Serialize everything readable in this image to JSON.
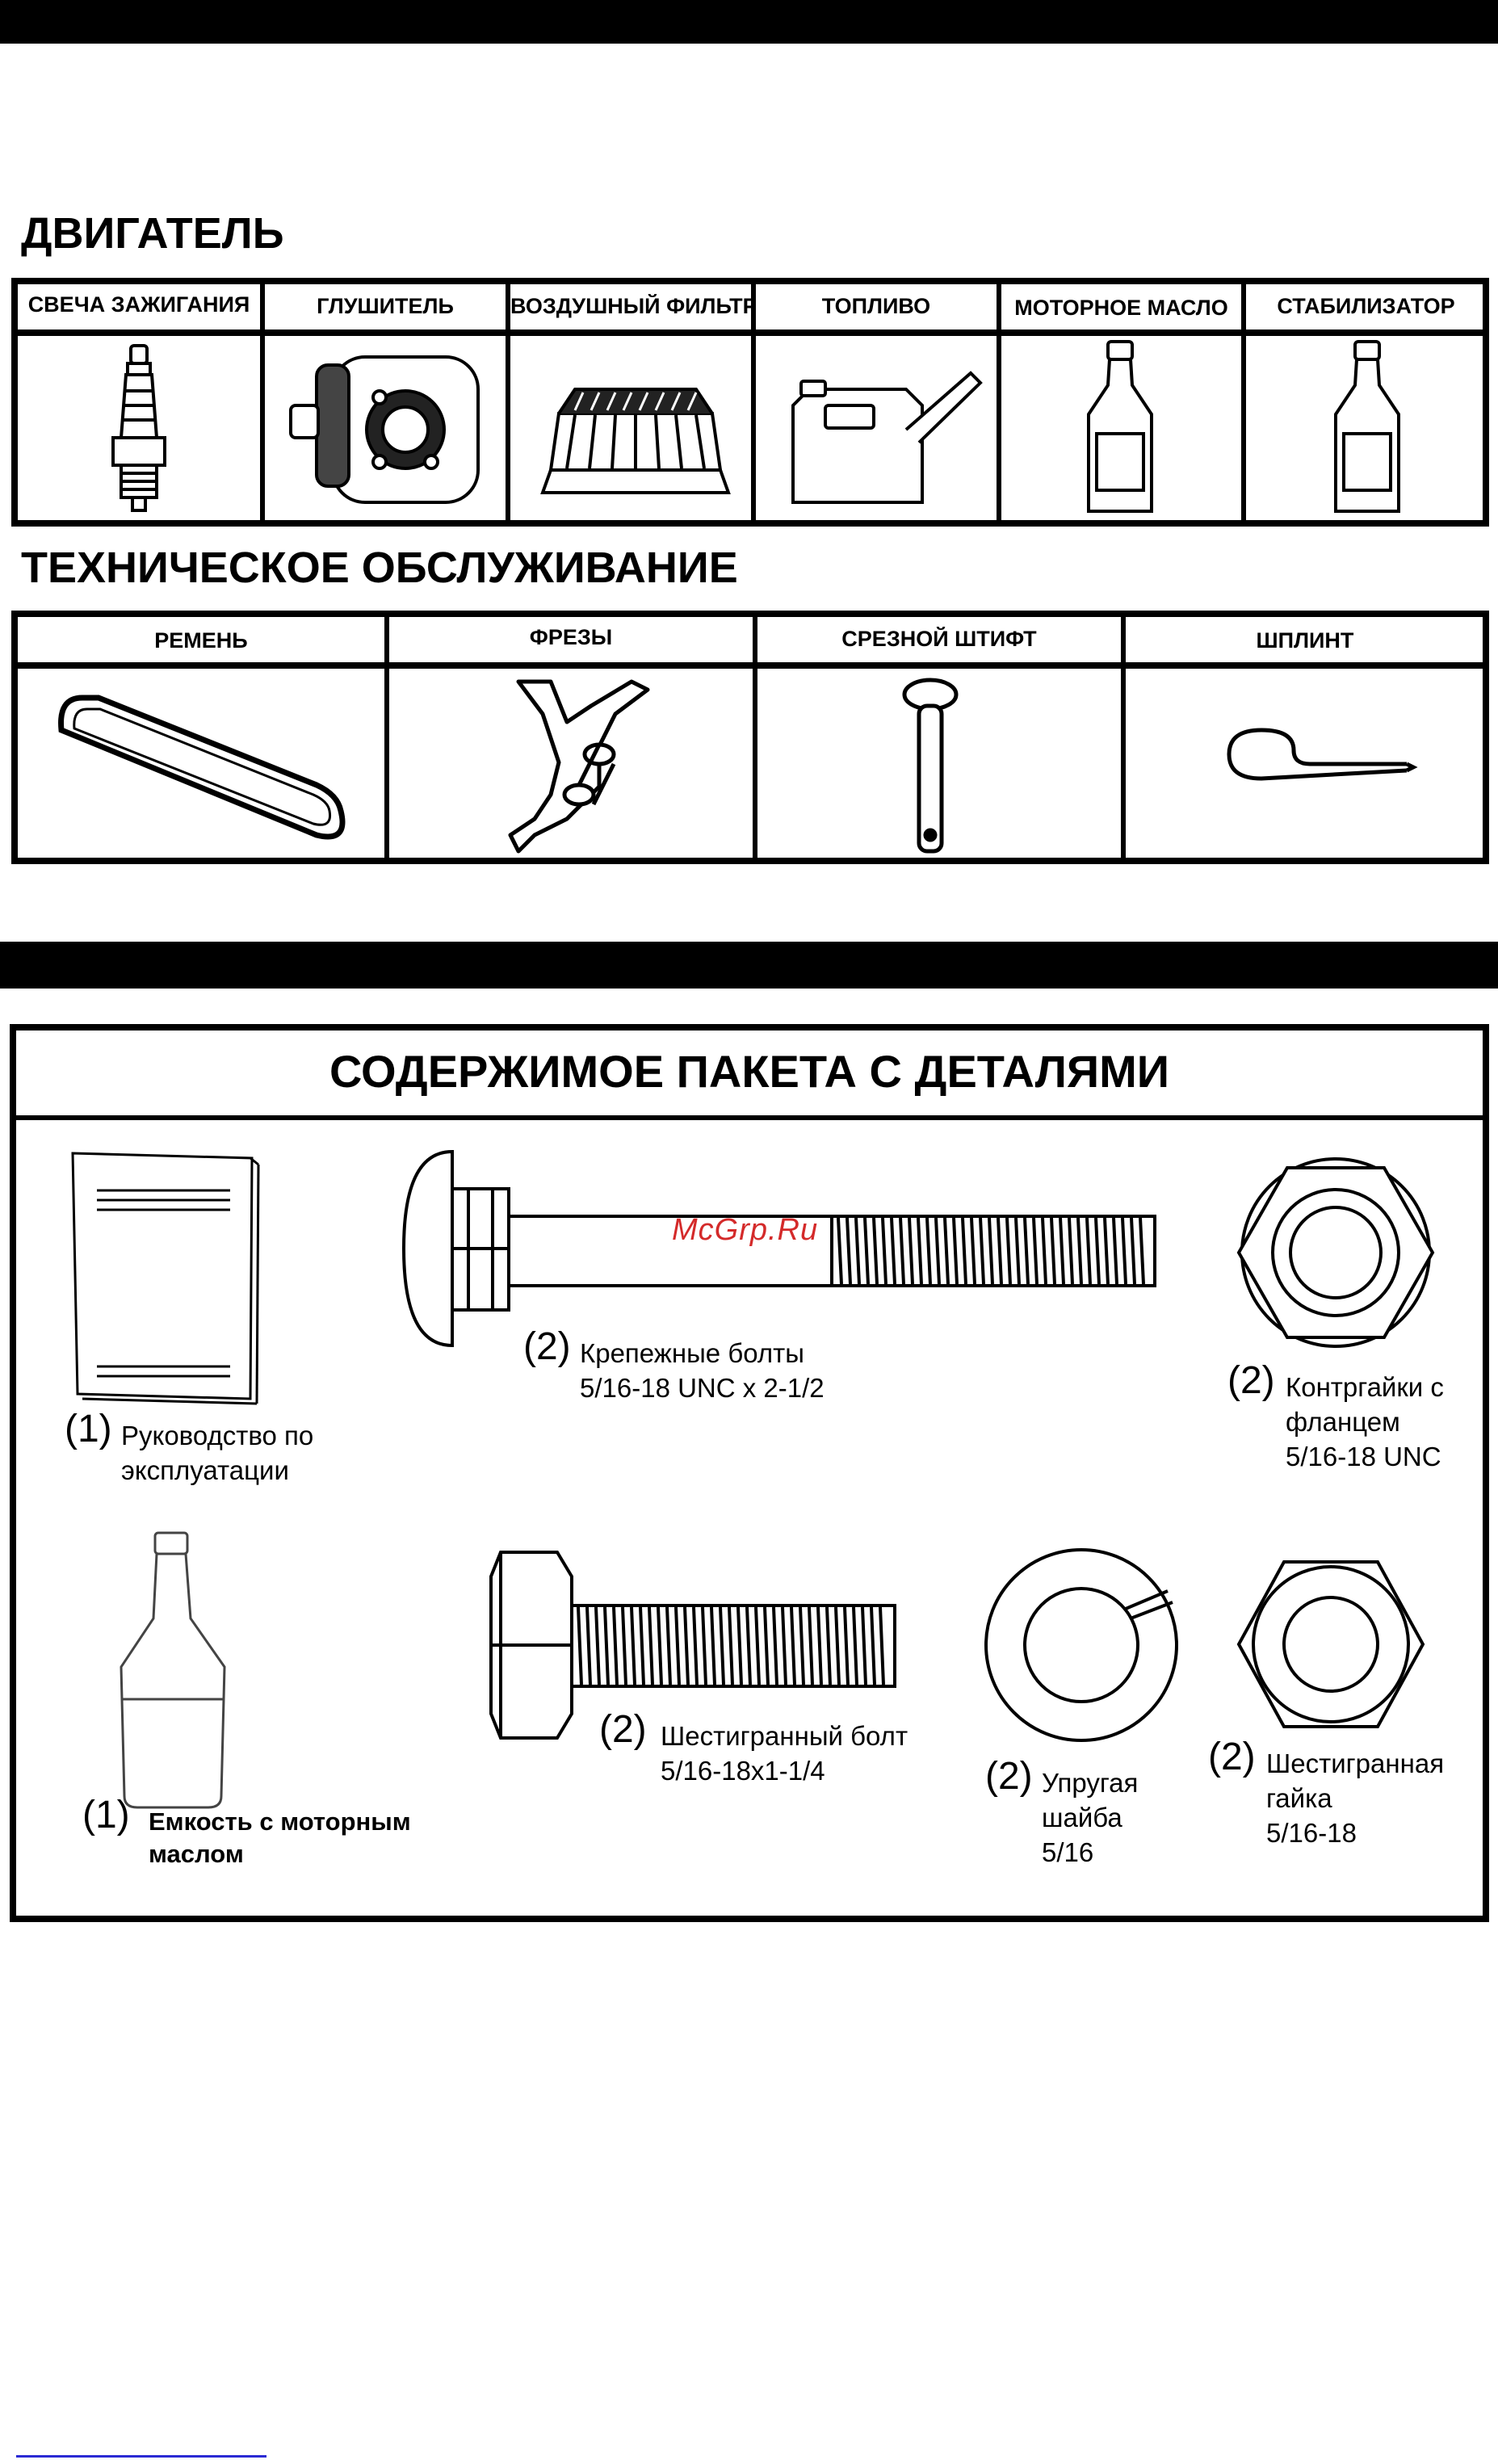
{
  "engine": {
    "title": "ДВИГАТЕЛЬ",
    "columns": [
      {
        "label": "СВЕЧА ЗАЖИГАНИЯ",
        "icon": "spark-plug-icon"
      },
      {
        "label": "ГЛУШИТЕЛЬ",
        "icon": "muffler-icon"
      },
      {
        "label": "ВОЗДУШНЫЙ ФИЛЬТР",
        "icon": "air-filter-icon"
      },
      {
        "label": "ТОПЛИВО",
        "icon": "fuel-can-icon"
      },
      {
        "label": "МОТОРНОЕ МАСЛО",
        "icon": "oil-bottle-icon"
      },
      {
        "label": "СТАБИЛИЗАТОР",
        "icon": "stabilizer-bottle-icon"
      }
    ]
  },
  "maintenance": {
    "title": "ТЕХНИЧЕСКОЕ ОБСЛУЖИВАНИЕ",
    "columns": [
      {
        "label": "РЕМЕНЬ",
        "icon": "belt-icon"
      },
      {
        "label": "ФРЕЗЫ",
        "icon": "tine-icon"
      },
      {
        "label": "СРЕЗНОЙ ШТИФТ",
        "icon": "shear-pin-icon"
      },
      {
        "label": "ШПЛИНТ",
        "icon": "cotter-pin-icon"
      }
    ]
  },
  "kit": {
    "title": "СОДЕРЖИМОЕ ПАКЕТА С ДЕТАЛЯМИ",
    "items": [
      {
        "qty": "(1)",
        "line1": "Руководство по",
        "line2": "эксплуатации",
        "icon": "manual-icon"
      },
      {
        "qty": "(2)",
        "line1": "Крепежные болты",
        "line2": "5/16-18 UNC x 2-1/2",
        "icon": "carriage-bolt-icon"
      },
      {
        "qty": "(2)",
        "line1": "Контргайки с",
        "line2": "фланцем",
        "line3": "5/16-18 UNC",
        "icon": "flange-nut-icon"
      },
      {
        "qty": "(1)",
        "line1": "Емкость с моторным",
        "line2": "маслом",
        "icon": "oil-container-icon"
      },
      {
        "qty": "(2)",
        "line1": "Шестигранный болт",
        "line2": "5/16-18x1-1/4",
        "icon": "hex-bolt-icon"
      },
      {
        "qty": "(2)",
        "line1": "Упругая",
        "line2": "шайба",
        "line3": "5/16",
        "icon": "lock-washer-icon"
      },
      {
        "qty": "(2)",
        "line1": "Шестигранная",
        "line2": "гайка",
        "line3": "5/16-18",
        "icon": "hex-nut-icon"
      }
    ]
  },
  "watermark": "McGrp.Ru"
}
